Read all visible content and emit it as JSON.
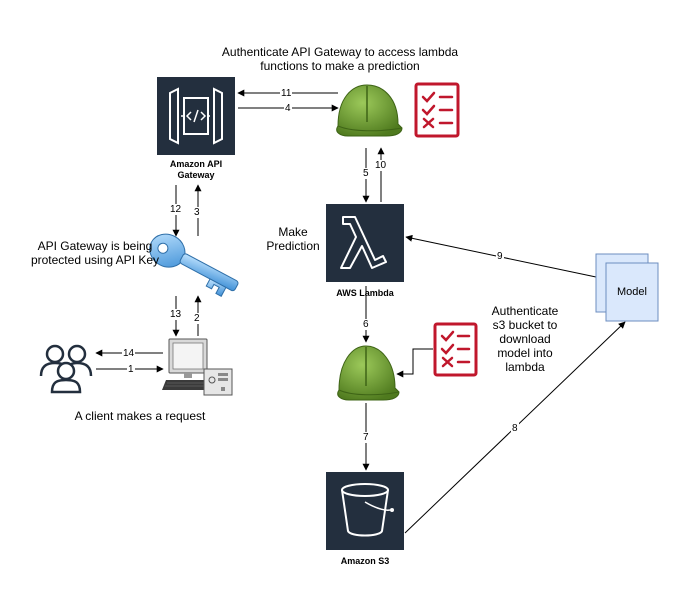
{
  "top_note": {
    "line1": "Authenticate API Gateway to access lambda",
    "line2": "functions to make a prediction"
  },
  "api_gateway": {
    "line1": "Amazon API",
    "line2": "Gateway",
    "icon": "api-gateway-icon"
  },
  "lambda": {
    "label": "AWS Lambda",
    "icon": "lambda-icon"
  },
  "s3": {
    "label": "Amazon S3",
    "icon": "s3-bucket-icon"
  },
  "model": {
    "label": "Model"
  },
  "make_prediction": {
    "line1": "Make",
    "line2": "Prediction"
  },
  "api_key_note": {
    "line1": "API Gateway is being",
    "line2": "protected using API Key"
  },
  "s3_note": {
    "line1": "Authenticate",
    "line2": "s3 bucket to",
    "line3": "download",
    "line4": "model into",
    "line5": "lambda"
  },
  "client_note": "A client makes a request",
  "steps": {
    "s1": "1",
    "s2": "2",
    "s3": "3",
    "s4": "4",
    "s5": "5",
    "s6": "6",
    "s7": "7",
    "s8": "8",
    "s9": "9",
    "s10": "10",
    "s11": "11",
    "s12": "12",
    "s13": "13",
    "s14": "14"
  },
  "colors": {
    "service_bg": "#232f3e",
    "helmet_green": "#6b9a2e",
    "checklist_red": "#c0172c",
    "key_blue": "#5aa9e6",
    "model_fill": "#dae8fc"
  }
}
